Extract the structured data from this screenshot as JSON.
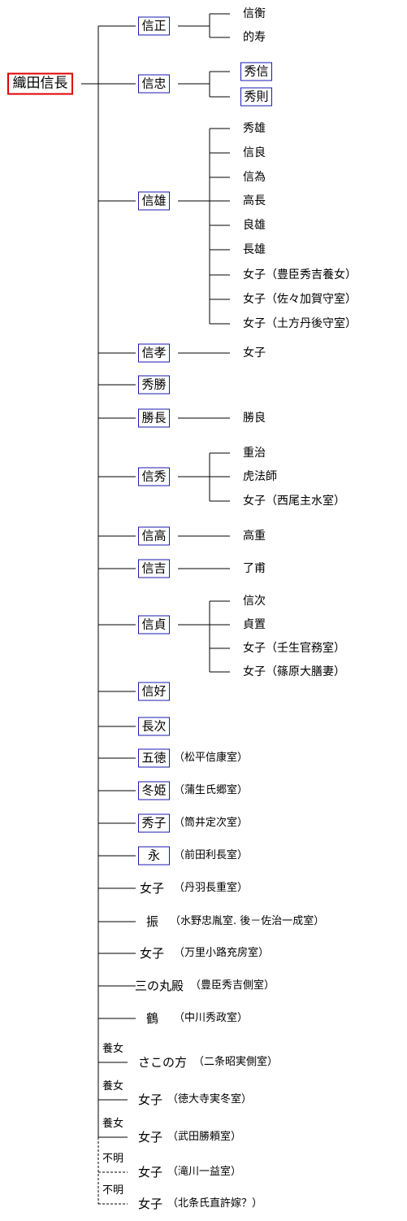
{
  "root": "織田信長",
  "children": [
    {
      "name": "信正",
      "boxed": true,
      "kids": [
        "信衡",
        "的寿"
      ],
      "kids_boxed": [
        false,
        false
      ]
    },
    {
      "name": "信忠",
      "boxed": true,
      "kids": [
        "秀信",
        "秀則"
      ],
      "kids_boxed": [
        true,
        true
      ]
    },
    {
      "name": "信雄",
      "boxed": true,
      "kids": [
        "秀雄",
        "信良",
        "信為",
        "高長",
        "良雄",
        "長雄",
        "女子（豊臣秀吉養女）",
        "女子（佐々加賀守室）",
        "女子（土方丹後守室）"
      ]
    },
    {
      "name": "信孝",
      "boxed": true,
      "kids": [
        "女子"
      ]
    },
    {
      "name": "秀勝",
      "boxed": true,
      "kids": []
    },
    {
      "name": "勝長",
      "boxed": true,
      "kids": [
        "勝良"
      ]
    },
    {
      "name": "信秀",
      "boxed": true,
      "kids": [
        "重治",
        "虎法師",
        "女子（西尾主水室）"
      ]
    },
    {
      "name": "信高",
      "boxed": true,
      "kids": [
        "高重"
      ]
    },
    {
      "name": "信吉",
      "boxed": true,
      "kids": [
        "了甫"
      ]
    },
    {
      "name": "信貞",
      "boxed": true,
      "kids": [
        "信次",
        "貞置",
        "女子（壬生官務室）",
        "女子（篠原大膳妻）"
      ]
    },
    {
      "name": "信好",
      "boxed": true,
      "kids": []
    },
    {
      "name": "長次",
      "boxed": true,
      "kids": []
    },
    {
      "name": "五徳",
      "boxed": true,
      "note": "（松平信康室）"
    },
    {
      "name": "冬姫",
      "boxed": true,
      "note": "（蒲生氏郷室）"
    },
    {
      "name": "秀子",
      "boxed": true,
      "note": "（筒井定次室）"
    },
    {
      "name": "永",
      "boxed": true,
      "note": "（前田利長室）"
    },
    {
      "name": "女子",
      "boxed": false,
      "note": "（丹羽長重室）"
    },
    {
      "name": "振",
      "boxed": false,
      "note": "（水野忠胤室. 後－佐治一成室）"
    },
    {
      "name": "女子",
      "boxed": false,
      "note": "（万里小路充房室）"
    },
    {
      "name": "三の丸殿",
      "boxed": false,
      "note": "（豊臣秀吉側室）"
    },
    {
      "name": "鶴",
      "boxed": false,
      "note": "（中川秀政室）"
    },
    {
      "name": "さこの方",
      "boxed": false,
      "note": "（二条昭実側室）",
      "tag": "養女"
    },
    {
      "name": "女子",
      "boxed": false,
      "note": "（徳大寺実冬室）",
      "tag": "養女"
    },
    {
      "name": "女子",
      "boxed": false,
      "note": "（武田勝頼室）",
      "tag": "養女"
    },
    {
      "name": "女子",
      "boxed": false,
      "note": "（滝川一益室）",
      "tag": "不明"
    },
    {
      "name": "女子",
      "boxed": false,
      "note": "（北条氏直許嫁？）",
      "tag": "不明"
    }
  ]
}
